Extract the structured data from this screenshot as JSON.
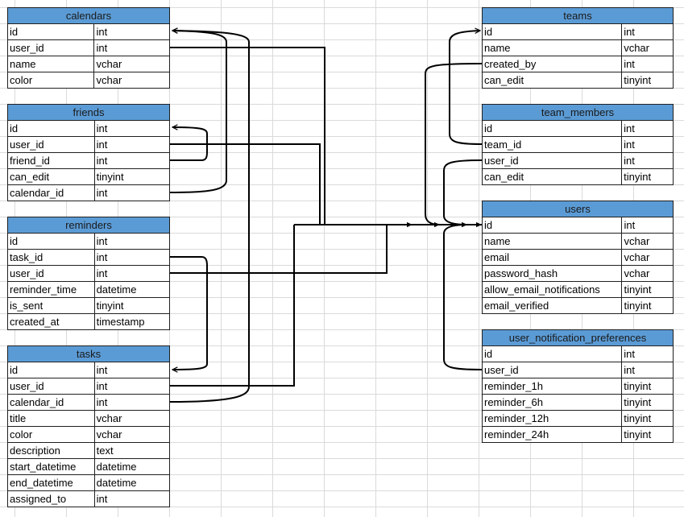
{
  "tables": {
    "calendars": {
      "name": "calendars",
      "rows": [
        [
          "id",
          "int"
        ],
        [
          "user_id",
          "int"
        ],
        [
          "name",
          "vchar"
        ],
        [
          "color",
          "vchar"
        ]
      ]
    },
    "friends": {
      "name": "friends",
      "rows": [
        [
          "id",
          "int"
        ],
        [
          "user_id",
          "int"
        ],
        [
          "friend_id",
          "int"
        ],
        [
          "can_edit",
          "tinyint"
        ],
        [
          "calendar_id",
          "int"
        ]
      ]
    },
    "reminders": {
      "name": "reminders",
      "rows": [
        [
          "id",
          "int"
        ],
        [
          "task_id",
          "int"
        ],
        [
          "user_id",
          "int"
        ],
        [
          "reminder_time",
          "datetime"
        ],
        [
          "is_sent",
          "tinyint"
        ],
        [
          "created_at",
          "timestamp"
        ]
      ]
    },
    "tasks": {
      "name": "tasks",
      "rows": [
        [
          "id",
          "int"
        ],
        [
          "user_id",
          "int"
        ],
        [
          "calendar_id",
          "int"
        ],
        [
          "title",
          "vchar"
        ],
        [
          "color",
          "vchar"
        ],
        [
          "description",
          "text"
        ],
        [
          "start_datetime",
          "datetime"
        ],
        [
          "end_datetime",
          "datetime"
        ],
        [
          "assigned_to",
          "int"
        ]
      ]
    },
    "teams": {
      "name": "teams",
      "rows": [
        [
          "id",
          "int"
        ],
        [
          "name",
          "vchar"
        ],
        [
          "created_by",
          "int"
        ],
        [
          "can_edit",
          "tinyint"
        ]
      ]
    },
    "team_members": {
      "name": "team_members",
      "rows": [
        [
          "id",
          "int"
        ],
        [
          "team_id",
          "int"
        ],
        [
          "user_id",
          "int"
        ],
        [
          "can_edit",
          "tinyint"
        ]
      ]
    },
    "users": {
      "name": "users",
      "rows": [
        [
          "id",
          "int"
        ],
        [
          "name",
          "vchar"
        ],
        [
          "email",
          "vchar"
        ],
        [
          "password_hash",
          "vchar"
        ],
        [
          "allow_email_notifications",
          "tinyint"
        ],
        [
          "email_verified",
          "tinyint"
        ]
      ]
    },
    "user_notification_preferences": {
      "name": "user_notification_preferences",
      "rows": [
        [
          "id",
          "int"
        ],
        [
          "user_id",
          "int"
        ],
        [
          "reminder_1h",
          "tinyint"
        ],
        [
          "reminder_6h",
          "tinyint"
        ],
        [
          "reminder_12h",
          "tinyint"
        ],
        [
          "reminder_24h",
          "tinyint"
        ]
      ]
    }
  },
  "colors": {
    "header_fill": "#5b9bd5",
    "border": "#1f1f1f",
    "connector": "#000000",
    "gridline": "#dadada"
  }
}
